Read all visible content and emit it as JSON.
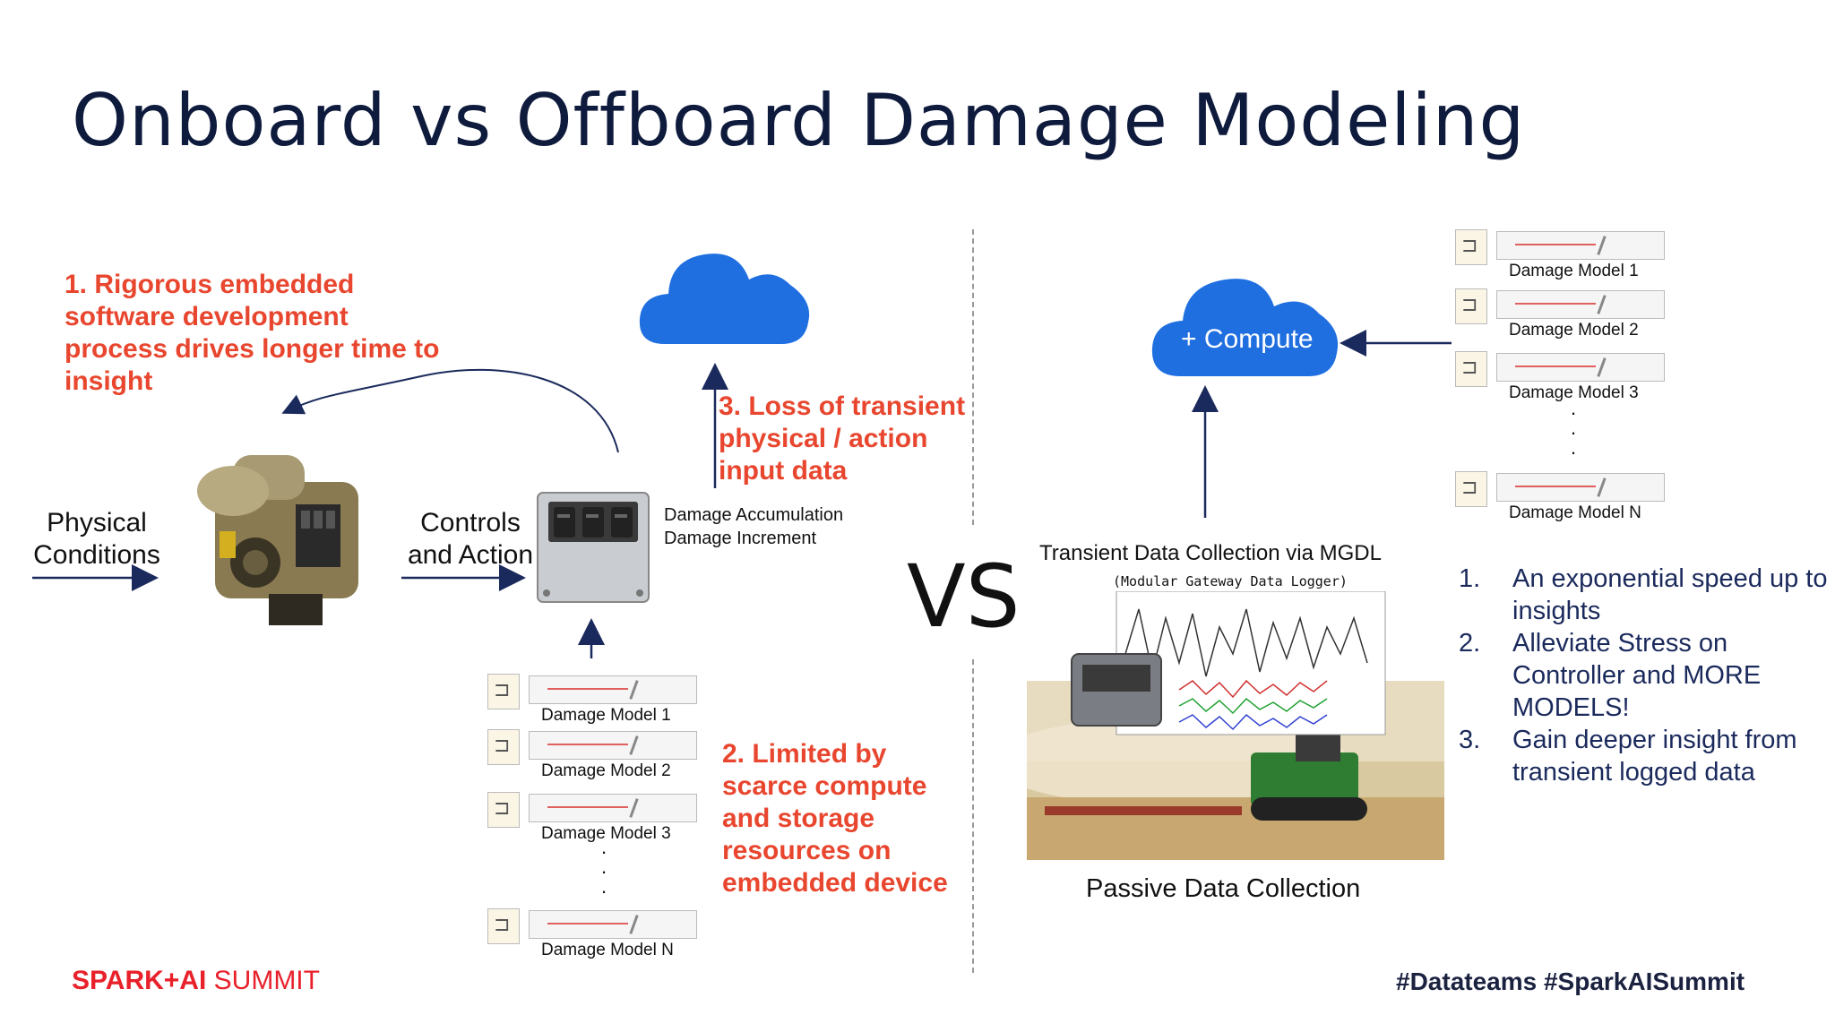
{
  "title": "Onboard vs Offboard Damage Modeling",
  "left": {
    "note1": "1. Rigorous embedded software development process drives longer time to insight",
    "physical_conditions_1": "Physical",
    "physical_conditions_2": "Conditions",
    "controls_1": "Controls",
    "controls_2": "and Action",
    "damage_accumulation": "Damage Accumulation",
    "damage_increment": "Damage Increment",
    "note3": "3. Loss of transient physical / action input data",
    "note2": "2. Limited by scarce compute and storage resources on embedded device",
    "models": [
      "Damage Model 1",
      "Damage Model 2",
      "Damage Model 3",
      "Damage Model N"
    ],
    "dots": "·"
  },
  "vs": "VS",
  "right": {
    "compute": "+ Compute",
    "transient_title": "Transient Data Collection via MGDL",
    "transient_sub": "(Modular Gateway Data Logger)",
    "passive": "Passive Data Collection",
    "models": [
      "Damage Model 1",
      "Damage Model 2",
      "Damage Model 3",
      "Damage Model N"
    ],
    "benefits": [
      {
        "num": "1.",
        "text": "An exponential speed up to insights"
      },
      {
        "num": "2.",
        "text": "Alleviate Stress on Controller and MORE MODELS!"
      },
      {
        "num": "3.",
        "text": "Gain deeper insight from transient logged data"
      }
    ]
  },
  "footer": {
    "logo_bold": "SPARK+AI",
    "logo_rest": " SUMMIT",
    "hashtags": "#Datateams  #SparkAISummit"
  },
  "colors": {
    "title": "#0e1b3d",
    "accent_red": "#e8462e",
    "cloud_blue": "#1f6fe0",
    "benefits_text": "#1b2a5c"
  }
}
